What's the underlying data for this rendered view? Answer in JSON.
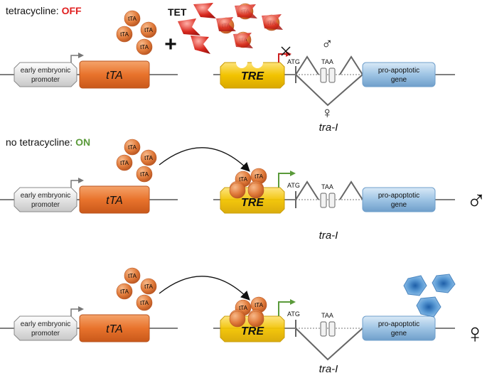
{
  "panels": [
    {
      "condition_prefix": "tetracycline: ",
      "condition_state": "OFF",
      "state_color": "#e02020",
      "promoter": [
        "early embryonic",
        "promoter"
      ],
      "gene_tta": "tTA",
      "tta_ball": "tTA",
      "tet_label": "TET",
      "plus": "+",
      "tre": "TRE",
      "atg": "ATG",
      "taa": "TAA",
      "effector": [
        "pro-apoptotic",
        "gene"
      ],
      "male_symbol": "♂",
      "female_symbol": "♀",
      "locus": "tra-I"
    },
    {
      "condition_prefix": "no tetracycline: ",
      "condition_state": "ON",
      "state_color": "#5a9a3a",
      "promoter": [
        "early embryonic",
        "promoter"
      ],
      "gene_tta": "tTA",
      "tta_ball": "tTA",
      "tre": "TRE",
      "atg": "ATG",
      "taa": "TAA",
      "effector": [
        "pro-apoptotic",
        "gene"
      ],
      "outcome_symbol": "♂",
      "locus": "tra-I"
    },
    {
      "promoter": [
        "early embryonic",
        "promoter"
      ],
      "gene_tta": "tTA",
      "tta_ball": "tTA",
      "tre": "TRE",
      "atg": "ATG",
      "taa": "TAA",
      "effector": [
        "pro-apoptotic",
        "gene"
      ],
      "outcome_symbol": "♀",
      "locus": "tra-I"
    }
  ],
  "colors": {
    "tta_box": "#e8732c",
    "tre_box": "#f2c300",
    "effector_box": "#9ec4e4",
    "ball": "#e07a3a",
    "tet": "#d8281e",
    "arrow_off": "#cc1f1f",
    "arrow_on": "#5a9a3a",
    "protein": "#5b9bd5"
  }
}
